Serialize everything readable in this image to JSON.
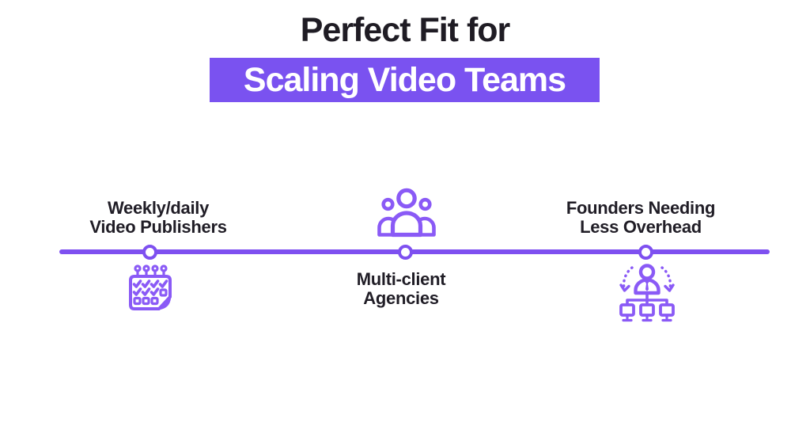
{
  "header": {
    "title_line1": "Perfect Fit for",
    "title_line2": "Scaling Video Teams"
  },
  "columns": [
    {
      "label_line1": "Weekly/daily",
      "label_line2": "Video Publishers",
      "icon": "calendar-checklist-icon",
      "label_side": "above timeline",
      "icon_side": "below timeline"
    },
    {
      "label_line1": "Multi-client",
      "label_line2": "Agencies",
      "icon": "team-group-icon",
      "label_side": "below timeline",
      "icon_side": "above timeline"
    },
    {
      "label_line1": "Founders Needing",
      "label_line2": "Less Overhead",
      "icon": "founder-delegation-icon",
      "label_side": "above timeline",
      "icon_side": "below timeline"
    }
  ],
  "timeline": {
    "node_count": 3
  },
  "colors": {
    "accent_purple": "#7A52F0",
    "timeline_purple": "#7E50F0",
    "icon_purple": "#8A5AF6",
    "heading_text": "#1F1C24",
    "highlight_text": "#FFFFFF",
    "background": "#FFFFFF"
  }
}
